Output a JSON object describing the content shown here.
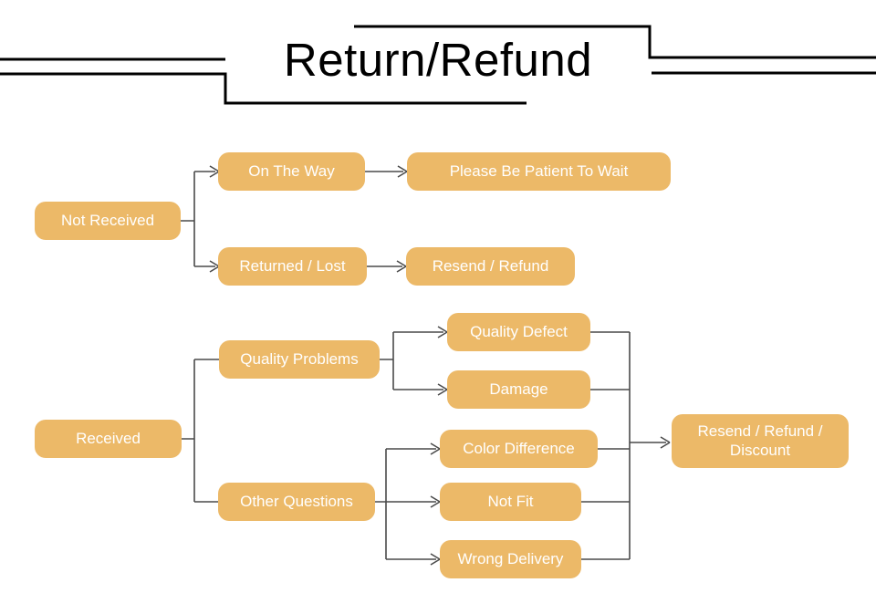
{
  "diagram": {
    "title": "Return/Refund",
    "nodes": {
      "not_received": "Not Received",
      "on_the_way": "On The Way",
      "please_wait": "Please Be Patient To Wait",
      "returned_lost": "Returned / Lost",
      "resend_refund": "Resend / Refund",
      "received": "Received",
      "quality_problems": "Quality Problems",
      "quality_defect": "Quality Defect",
      "damage": "Damage",
      "other_questions": "Other Questions",
      "color_difference": "Color Difference",
      "not_fit": "Not Fit",
      "wrong_delivery": "Wrong Delivery",
      "resend_refund_discount": "Resend / Refund / Discount"
    },
    "edges": [
      {
        "from": "Not Received",
        "to": "On The Way",
        "arrow": true
      },
      {
        "from": "Not Received",
        "to": "Returned / Lost",
        "arrow": true
      },
      {
        "from": "On The Way",
        "to": "Please Be Patient To Wait",
        "arrow": true
      },
      {
        "from": "Returned / Lost",
        "to": "Resend / Refund",
        "arrow": true
      },
      {
        "from": "Received",
        "to": "Quality Problems",
        "arrow": false
      },
      {
        "from": "Received",
        "to": "Other Questions",
        "arrow": false
      },
      {
        "from": "Quality Problems",
        "to": "Quality Defect",
        "arrow": true
      },
      {
        "from": "Quality Problems",
        "to": "Damage",
        "arrow": true
      },
      {
        "from": "Other Questions",
        "to": "Color Difference",
        "arrow": true
      },
      {
        "from": "Other Questions",
        "to": "Not Fit",
        "arrow": true
      },
      {
        "from": "Other Questions",
        "to": "Wrong Delivery",
        "arrow": true
      },
      {
        "from": "Quality Defect",
        "to": "Resend / Refund / Discount",
        "arrow": true
      },
      {
        "from": "Damage",
        "to": "Resend / Refund / Discount",
        "arrow": true
      },
      {
        "from": "Color Difference",
        "to": "Resend / Refund / Discount",
        "arrow": true
      },
      {
        "from": "Not Fit",
        "to": "Resend / Refund / Discount",
        "arrow": true
      },
      {
        "from": "Wrong Delivery",
        "to": "Resend / Refund / Discount",
        "arrow": true
      }
    ],
    "colors": {
      "node_fill": "#ecb968",
      "node_text": "#ffffff",
      "connector": "#4a4a4a",
      "decor": "#000000"
    }
  }
}
